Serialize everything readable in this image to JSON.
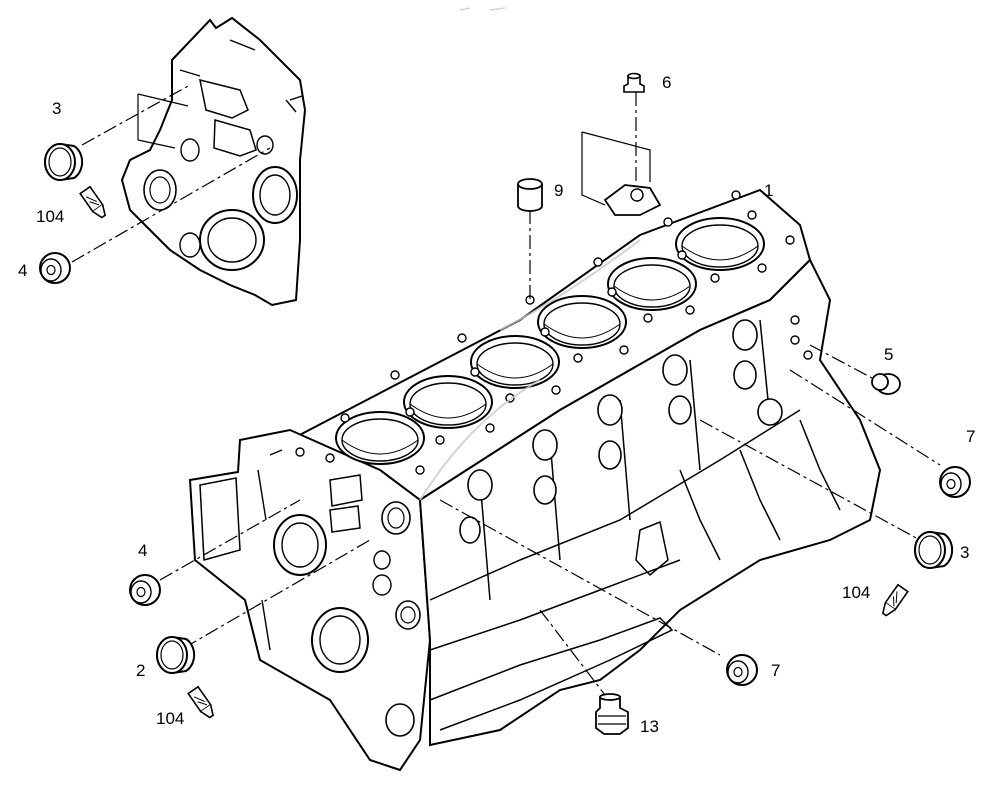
{
  "labels": {
    "l1": "1",
    "l2": "2",
    "l3a": "3",
    "l3b": "3",
    "l4a": "4",
    "l4b": "4",
    "l5": "5",
    "l6": "6",
    "l7a": "7",
    "l7b": "7",
    "l9": "9",
    "l13": "13",
    "l104a": "104",
    "l104b": "104",
    "l104c": "104"
  },
  "colors": {
    "ink": "#000000",
    "paper": "#ffffff",
    "watermark": "#c8c8c8"
  }
}
